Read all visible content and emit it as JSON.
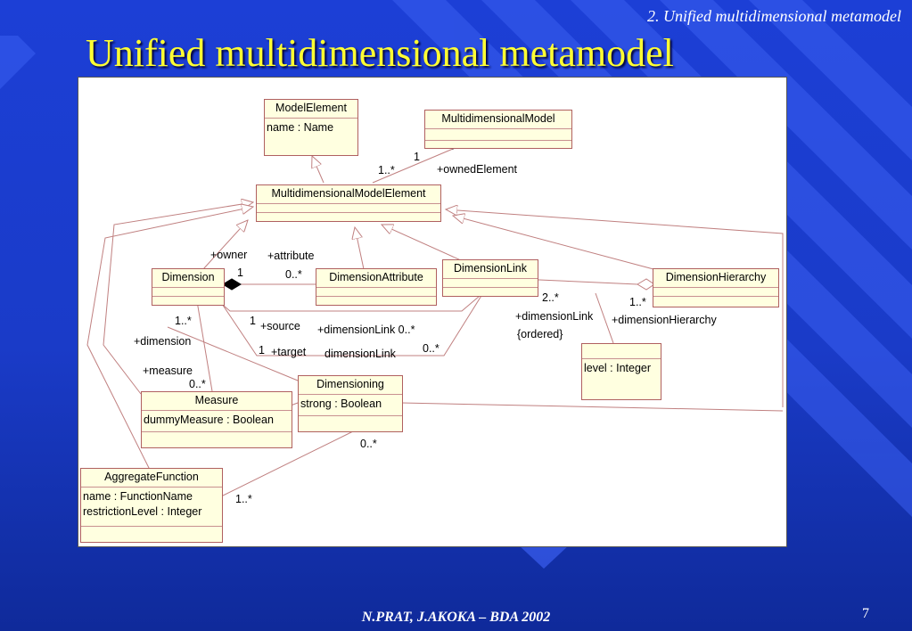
{
  "header": {
    "section": "2. Unified multidimensional metamodel"
  },
  "title": "Unified multidimensional metamodel",
  "classes": {
    "model_element": {
      "name": "ModelElement",
      "attrs": [
        "name : Name"
      ]
    },
    "multidimensional_model": {
      "name": "MultidimensionalModel",
      "attrs": []
    },
    "multidimensional_model_element": {
      "name": "MultidimensionalModelElement",
      "attrs": []
    },
    "dimension": {
      "name": "Dimension",
      "attrs": []
    },
    "dimension_attribute": {
      "name": "DimensionAttribute",
      "attrs": []
    },
    "dimension_link": {
      "name": "DimensionLink",
      "attrs": []
    },
    "dimension_hierarchy": {
      "name": "DimensionHierarchy",
      "attrs": []
    },
    "level": {
      "name": "",
      "attrs": [
        "level : Integer"
      ]
    },
    "measure": {
      "name": "Measure",
      "attrs": [
        "dummyMeasure : Boolean"
      ]
    },
    "dimensioning": {
      "name": "Dimensioning",
      "attrs": [
        "strong : Boolean"
      ]
    },
    "aggregate_function": {
      "name": "AggregateFunction",
      "attrs": [
        "name : FunctionName",
        "restrictionLevel : Integer"
      ]
    }
  },
  "labels": {
    "one_a": "1",
    "one_to_many_a": "1..*",
    "owned_element": "+ownedElement",
    "owner": "+owner",
    "attribute": "+attribute",
    "one_b": "1",
    "zero_many_a": "0..*",
    "one_to_many_b": "1..*",
    "dimension_role": "+dimension",
    "one_c": "1",
    "source": "+source",
    "dimension_link_role": "+dimensionLink 0..*",
    "one_d": "1",
    "target": "+target",
    "dimension_link_plain": "dimensionLink",
    "zero_many_b": "0..*",
    "two_many": "2..*",
    "dimension_link_role2": "+dimensionLink",
    "ordered": "{ordered}",
    "one_to_many_c": "1..*",
    "dimension_hierarchy_role": "+dimensionHierarchy",
    "measure_role": "+measure",
    "zero_many_c": "0..*",
    "zero_many_d": "0..*",
    "one_to_many_d": "1..*"
  },
  "footer": {
    "text": "N.PRAT, J.AKOKA – BDA 2002",
    "page": "7"
  }
}
